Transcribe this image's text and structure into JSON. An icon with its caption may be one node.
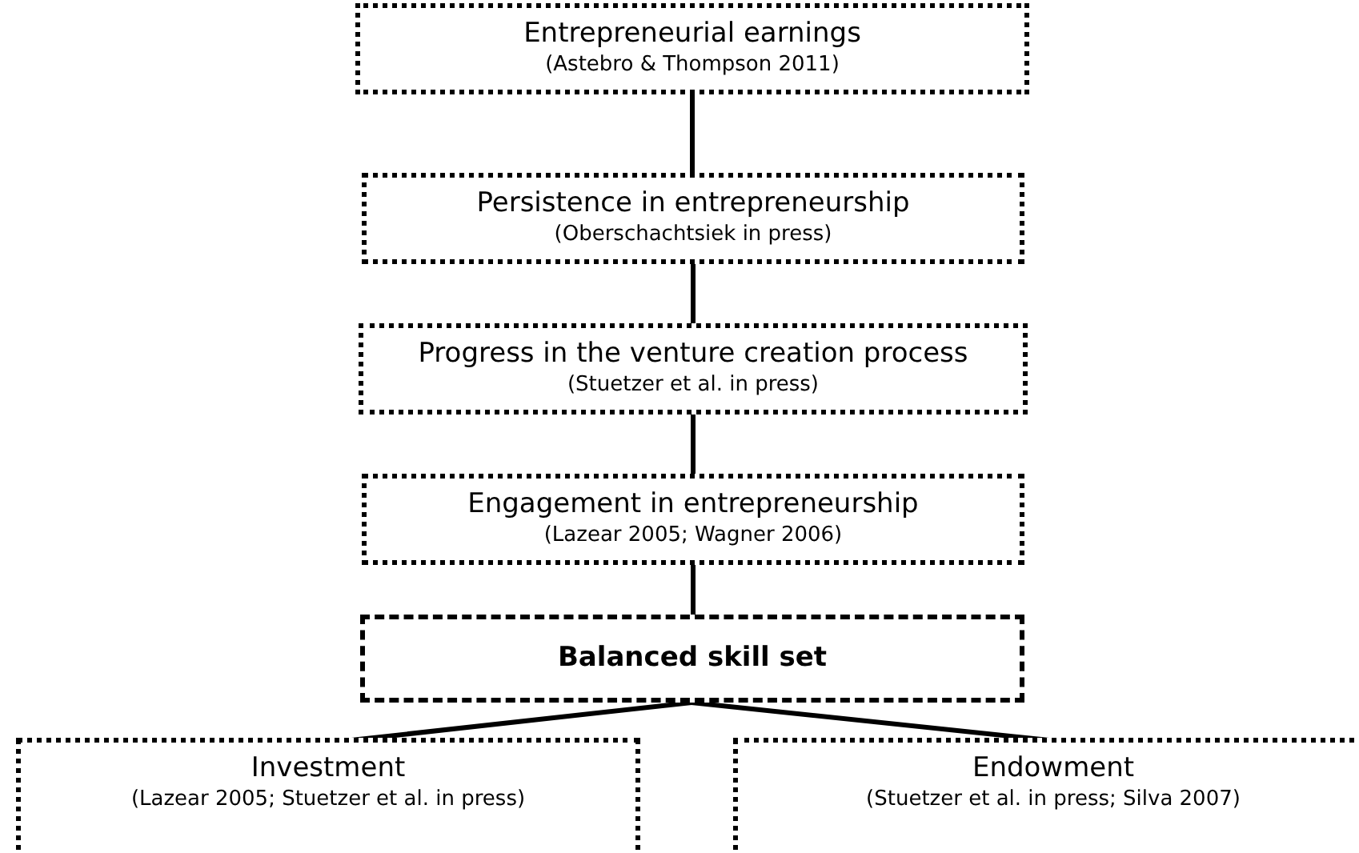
{
  "diagram": {
    "nodes": [
      {
        "text": [
          "Entrepreneurial earnings",
          "(Astebro & Thompson 2011)"
        ]
      },
      {
        "text": [
          "Persistence in entrepreneurship",
          "(Oberschachtsiek in press)"
        ]
      },
      {
        "text": [
          "Progress in the venture creation process",
          "(Stuetzer et al. in press)"
        ]
      },
      {
        "text": [
          "Engagement in entrepreneurship",
          "(Lazear 2005; Wagner 2006)"
        ]
      },
      {
        "text": [
          "Balanced skill set"
        ]
      },
      {
        "text": [
          "Investment",
          "(Lazear 2005; Stuetzer et al. in press)"
        ]
      },
      {
        "text": [
          "Endowment",
          "(Stuetzer et al. in press; Silva 2007)"
        ]
      }
    ],
    "edges": [
      {
        "from": 0,
        "to": 1,
        "arrow": "none"
      },
      {
        "from": 1,
        "to": 2,
        "arrow": "none"
      },
      {
        "from": 2,
        "to": 3,
        "arrow": "none"
      },
      {
        "from": 3,
        "to": 4,
        "arrow": "none"
      },
      {
        "from": 4,
        "to": 5,
        "arrow": "none"
      },
      {
        "from": 4,
        "to": 6,
        "arrow": "none"
      }
    ]
  }
}
